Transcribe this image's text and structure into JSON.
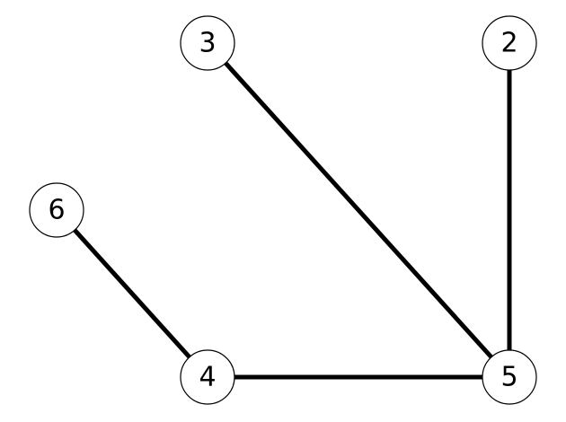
{
  "graph": {
    "nodes": [
      {
        "id": "3",
        "label": "3"
      },
      {
        "id": "2",
        "label": "2"
      },
      {
        "id": "6",
        "label": "6"
      },
      {
        "id": "4",
        "label": "4"
      },
      {
        "id": "5",
        "label": "5"
      }
    ],
    "edges": [
      {
        "from": "3",
        "to": "5"
      },
      {
        "from": "2",
        "to": "5"
      },
      {
        "from": "6",
        "to": "4"
      },
      {
        "from": "4",
        "to": "5"
      }
    ],
    "colors": {
      "edge": "#000000",
      "node_fill": "#ffffff",
      "node_stroke": "#000000",
      "label": "#000000"
    }
  }
}
